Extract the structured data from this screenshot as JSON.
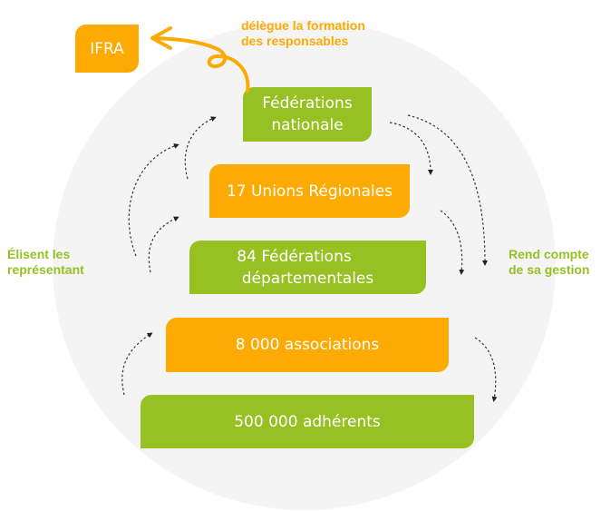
{
  "diagram": {
    "ifra": {
      "label": "IFRA"
    },
    "delegation_label": {
      "line1": "délègue la formation",
      "line2": "des responsables"
    },
    "left_label": {
      "line1": "Élisent les",
      "line2": "représentant"
    },
    "right_label": {
      "line1": "Rend compte",
      "line2": "de sa gestion"
    },
    "levels": [
      {
        "line1": "Fédérations",
        "line2": "nationale",
        "color": "#97c023"
      },
      {
        "line1": "17 Unions Régionales",
        "line2": "",
        "color": "#fdaa03"
      },
      {
        "line1": "84 Fédérations",
        "line2": "départementales",
        "color": "#97c023"
      },
      {
        "line1": "8 000 associations",
        "line2": "",
        "color": "#fdaa03"
      },
      {
        "line1": "500 000 adhérents",
        "line2": "",
        "color": "#97c023"
      }
    ],
    "colors": {
      "green": "#97c023",
      "orange": "#fdaa03",
      "background": "#f4f4f4",
      "arrow": "#222222"
    }
  }
}
